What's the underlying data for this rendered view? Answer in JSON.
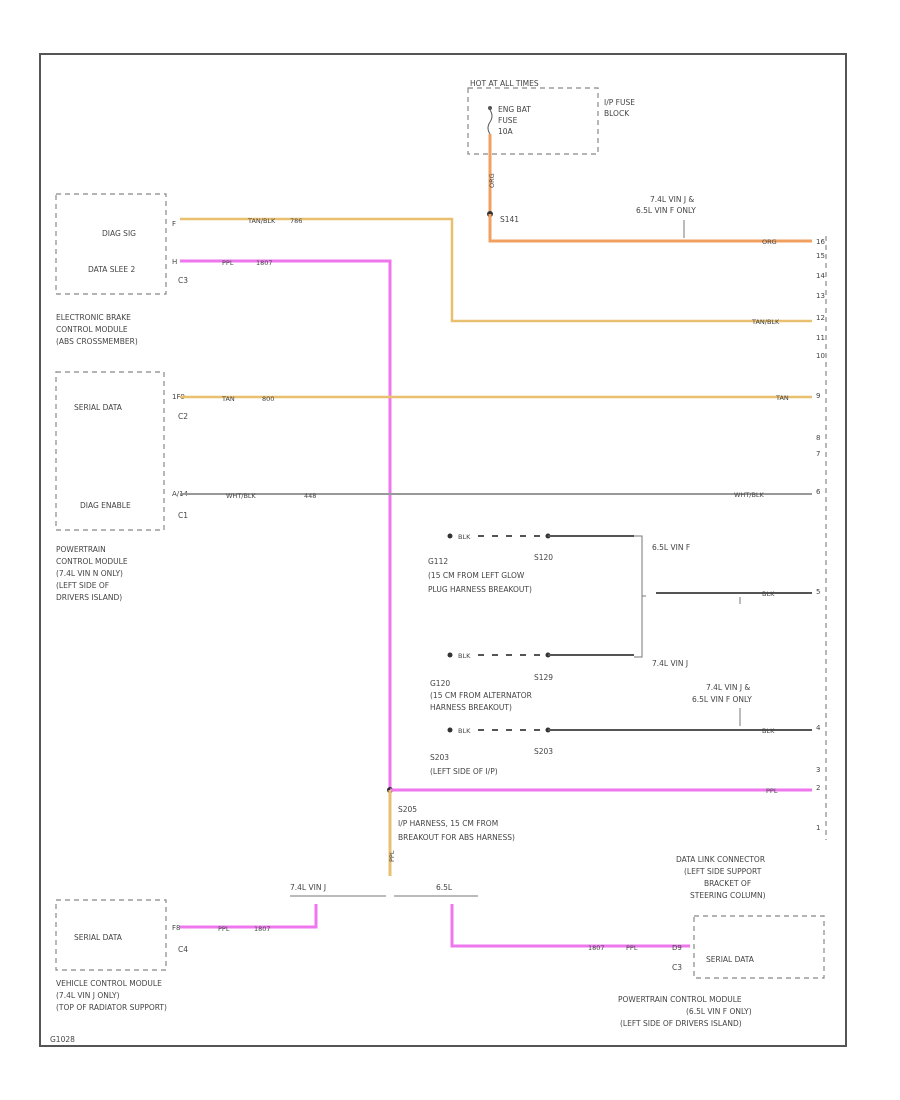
{
  "fuse_block": {
    "hot": "HOT AT ALL TIMES",
    "fuse_l1": "ENG BAT",
    "fuse_l2": "FUSE",
    "fuse_l3": "10A",
    "name_l1": "I/P FUSE",
    "name_l2": "BLOCK",
    "wire": "ORG"
  },
  "splices": {
    "s141": "S141",
    "s120": "S120",
    "s129": "S129",
    "s203": "S203",
    "s203_desc": "(LEFT SIDE OF I/P)",
    "s205": "S205",
    "s205_l1": "I/P HARNESS, 15 CM FROM",
    "s205_l2": "BREAKOUT FOR ABS HARNESS)"
  },
  "variants": {
    "v_top_l1": "7.4L VIN J &",
    "v_top_l2": "6.5L VIN F ONLY",
    "v_65": "6.5L VIN F",
    "v_74": "7.4L VIN J",
    "v_mid_l1": "7.4L VIN J &",
    "v_mid_l2": "6.5L VIN F ONLY",
    "v_bot_74": "7.4L VIN J",
    "v_bot_65": "6.5L"
  },
  "ebcm": {
    "pin1": "DIAG SIG",
    "pin2": "DATA SLEE 2",
    "c3": "C3",
    "pin_f": "F",
    "pin_h": "H",
    "name_l1": "ELECTRONIC BRAKE",
    "name_l2": "CONTROL MODULE",
    "name_l3": "(ABS CROSSMEMBER)"
  },
  "pcm_top": {
    "serial": "SERIAL DATA",
    "diag": "DIAG ENABLE",
    "c2": "C2",
    "c1": "C1",
    "pin_a": "1F9",
    "pin_b": "A/14",
    "name_l1": "POWERTRAIN",
    "name_l2": "CONTROL MODULE",
    "name_l3": "(7.4L VIN N ONLY)",
    "name_l4": "(LEFT SIDE OF",
    "name_l5": "DRIVERS ISLAND)"
  },
  "grounds": {
    "g112": "G112",
    "g112_l1": "(15 CM FROM LEFT GLOW",
    "g112_l2": "PLUG HARNESS BREAKOUT)",
    "g120": "G120",
    "g120_l1": "(15 CM FROM ALTERNATOR",
    "g120_l2": "HARNESS BREAKOUT)",
    "sym": "BLK"
  },
  "wires": {
    "w_tan_blk": "TAN/BLK",
    "w_786": "786",
    "w_ppl": "PPL",
    "w_1807": "1807",
    "w_tan": "TAN",
    "w_800": "800",
    "w_wht_blk": "WHT/BLK",
    "w_448": "448",
    "w_org": "ORG",
    "w_blk": "BLK",
    "w_1807b": "1807",
    "w_ppl_b": "PPL",
    "w_ppl_c": "PPL"
  },
  "dlc": {
    "pins": [
      "16",
      "15",
      "14",
      "13",
      "12",
      "11",
      "10",
      "9",
      "8",
      "7",
      "6",
      "5",
      "4",
      "3",
      "2",
      "1"
    ],
    "name_l1": "DATA LINK CONNECTOR",
    "name_l2": "(LEFT SIDE SUPPORT",
    "name_l3": "BRACKET OF",
    "name_l4": "STEERING COLUMN)"
  },
  "vcm": {
    "serial": "SERIAL DATA",
    "pin": "F8",
    "c": "C4",
    "name_l1": "VEHICLE CONTROL MODULE",
    "name_l2": "(7.4L VIN J ONLY)",
    "name_l3": "(TOP OF RADIATOR SUPPORT)"
  },
  "pcm_bot": {
    "serial": "SERIAL DATA",
    "pin": "D9",
    "c": "C3",
    "name_l1": "POWERTRAIN CONTROL MODULE",
    "name_l2": "(6.5L VIN F ONLY)",
    "name_l3": "(LEFT SIDE OF DRIVERS ISLAND)"
  },
  "footer": "G1028",
  "colors": {
    "orange": "#f0a060",
    "tan": "#e8c070",
    "pink": "#ee77ee",
    "gray": "#999999",
    "black": "#555555"
  }
}
